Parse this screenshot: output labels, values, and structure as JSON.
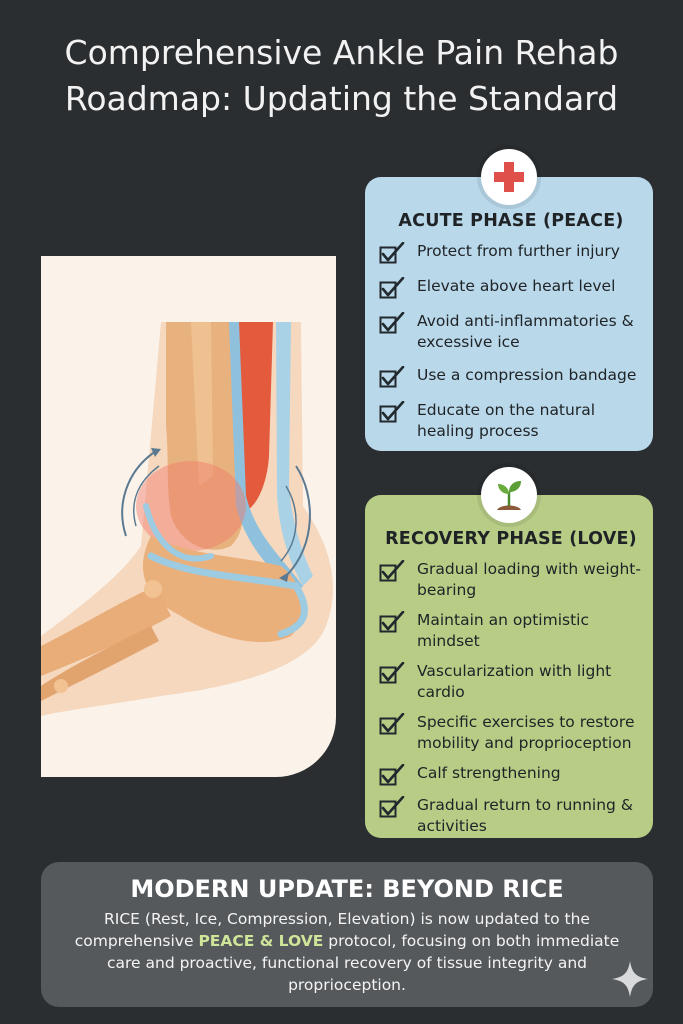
{
  "title": {
    "line1": "Comprehensive Ankle Pain Rehab",
    "line2": "Roadmap: Updating the Standard"
  },
  "acute": {
    "icon": "red-cross-icon",
    "title": "ACUTE PHASE (PEACE)",
    "items": [
      "Protect from further injury",
      "Elevate above heart level",
      "Avoid anti-inflammatories & excessive ice",
      "Use a compression bandage",
      "Educate on the natural healing process"
    ]
  },
  "recovery": {
    "icon": "sprout-icon",
    "title": "RECOVERY PHASE (LOVE)",
    "items": [
      "Gradual loading with weight-bearing",
      "Maintain an optimistic mindset",
      "Vascularization with light cardio",
      "Specific exercises to restore mobility and proprioception",
      "Calf strengthening",
      "Gradual return to running & activities"
    ]
  },
  "update": {
    "title": "MODERN UPDATE: BEYOND RICE",
    "body_before": "RICE (Rest, Ice, Compression, Elevation) is now updated to the comprehensive ",
    "highlight": "PEACE & LOVE",
    "body_after": " protocol, focusing on both immediate care and proactive, functional recovery of tissue integrity and proprioception."
  },
  "colors": {
    "background": "#2b2e31",
    "acute_card": "#b9d8ea",
    "recovery_card": "#b7cd86",
    "update_box": "#55595c",
    "highlight": "#cfe59a",
    "cross": "#e0504a"
  }
}
